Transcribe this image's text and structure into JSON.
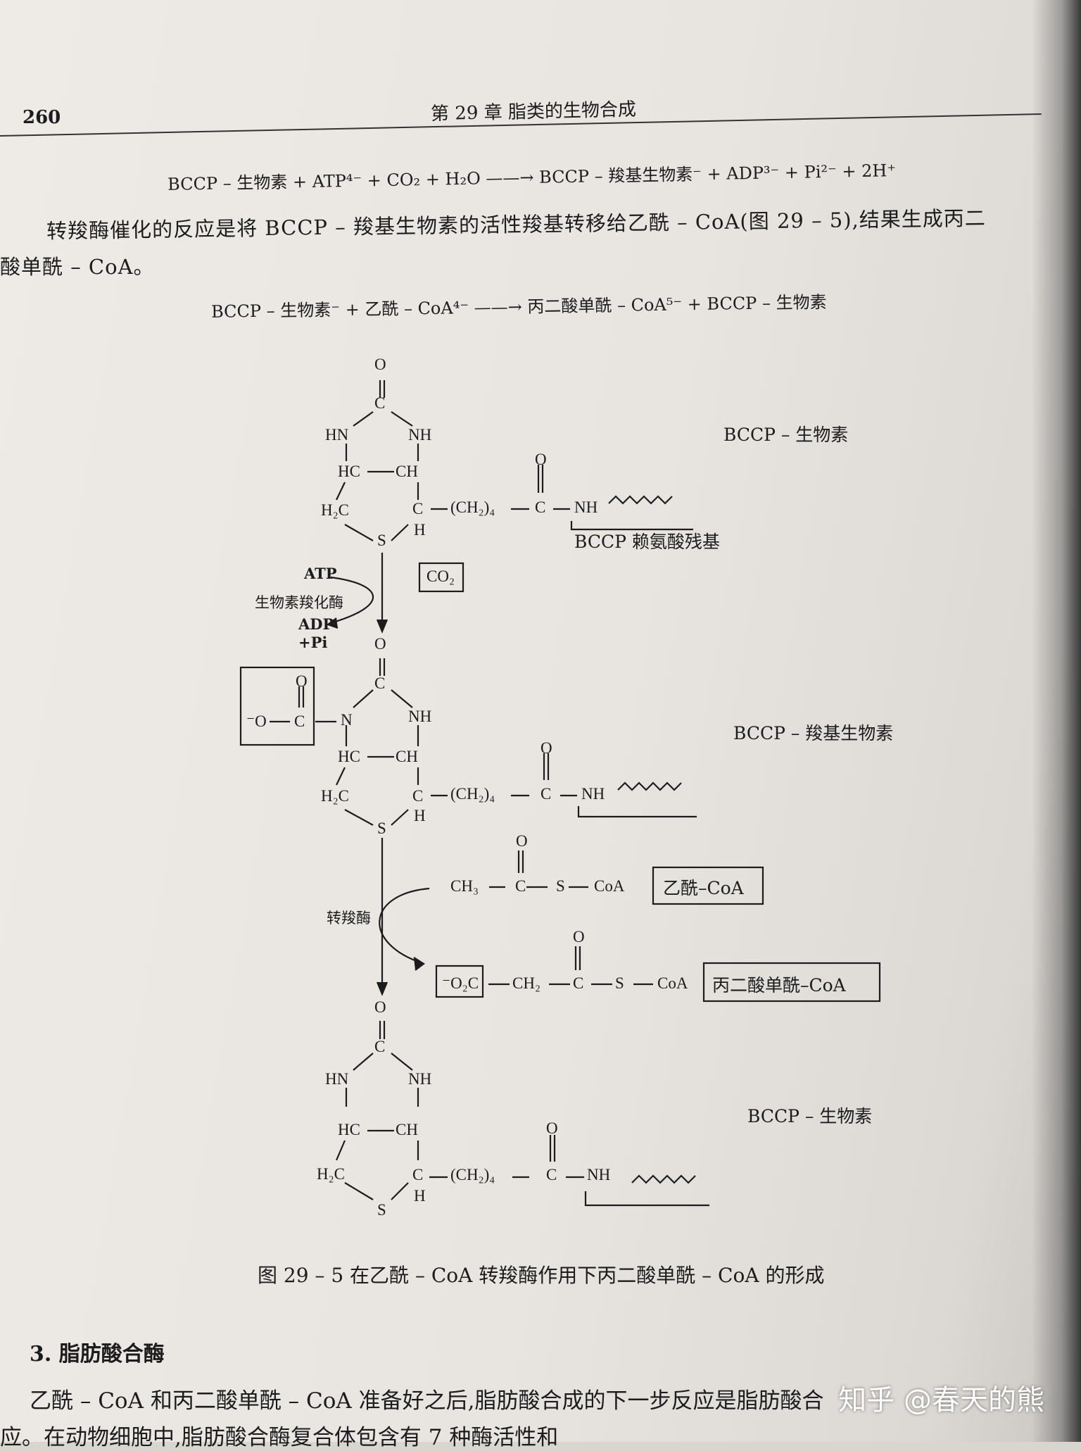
{
  "header": {
    "page_number": "260",
    "chapter_title": "第 29 章   脂类的生物合成"
  },
  "equation1": "BCCP – 生物素 + ATP⁴⁻ + CO₂ + H₂O ——→ BCCP – 羧基生物素⁻ + ADP³⁻ + Pi²⁻ + 2H⁺",
  "paragraph1": {
    "line1": "转羧酶催化的反应是将 BCCP – 羧基生物素的活性羧基转移给乙酰 – CoA(图 29 – 5),结果生成丙二",
    "line2": "酸单酰 – CoA。"
  },
  "equation2": "BCCP – 生物素⁻ + 乙酰 – CoA⁴⁻ ——→ 丙二酸单酰 – CoA⁵⁻ + BCCP – 生物素",
  "figure": {
    "label_biotin_top": "BCCP – 生物素",
    "label_lysine": "BCCP 赖氨酸残基",
    "label_carboxybiotin": "BCCP – 羧基生物素",
    "label_biotin_bottom": "BCCP – 生物素",
    "step1_atp": "ATP",
    "step1_enzyme": "生物素羧化酶",
    "step1_adp": "ADP",
    "step1_pi": "+Pi",
    "step1_co2": "CO₂",
    "step2_enzyme": "转羧酶",
    "acetyl_coa_box": "乙酰–CoA",
    "malonyl_coa_box": "丙二酸单酰–CoA",
    "acetyl_formula": [
      "CH₃",
      "C",
      "S",
      "CoA"
    ],
    "malonyl_formula": [
      "⁻O₂C",
      "CH₂",
      "C",
      "S",
      "CoA"
    ],
    "atoms": {
      "O": "O",
      "C": "C",
      "HN": "HN",
      "NH": "NH",
      "HC": "HC",
      "CH": "CH",
      "H2C": "H₂C",
      "S": "S",
      "H": "H",
      "chain": "(CH₂)₄",
      "N": "N",
      "carboxylate_O": "⁻O"
    }
  },
  "caption": "图 29 – 5   在乙酰 – CoA 转羧酶作用下丙二酸单酰 – CoA 的形成",
  "section": "3. 脂肪酸合酶",
  "bottom": {
    "line1": "乙酰 – CoA 和丙二酸单酰 – CoA 准备好之后,脂肪酸合成的下一步反应是脂肪酸合",
    "line2": "应。在动物细胞中,脂肪酸合酶复合体包含有 7 种酶活性和"
  },
  "watermark": "知乎 @春天的熊"
}
